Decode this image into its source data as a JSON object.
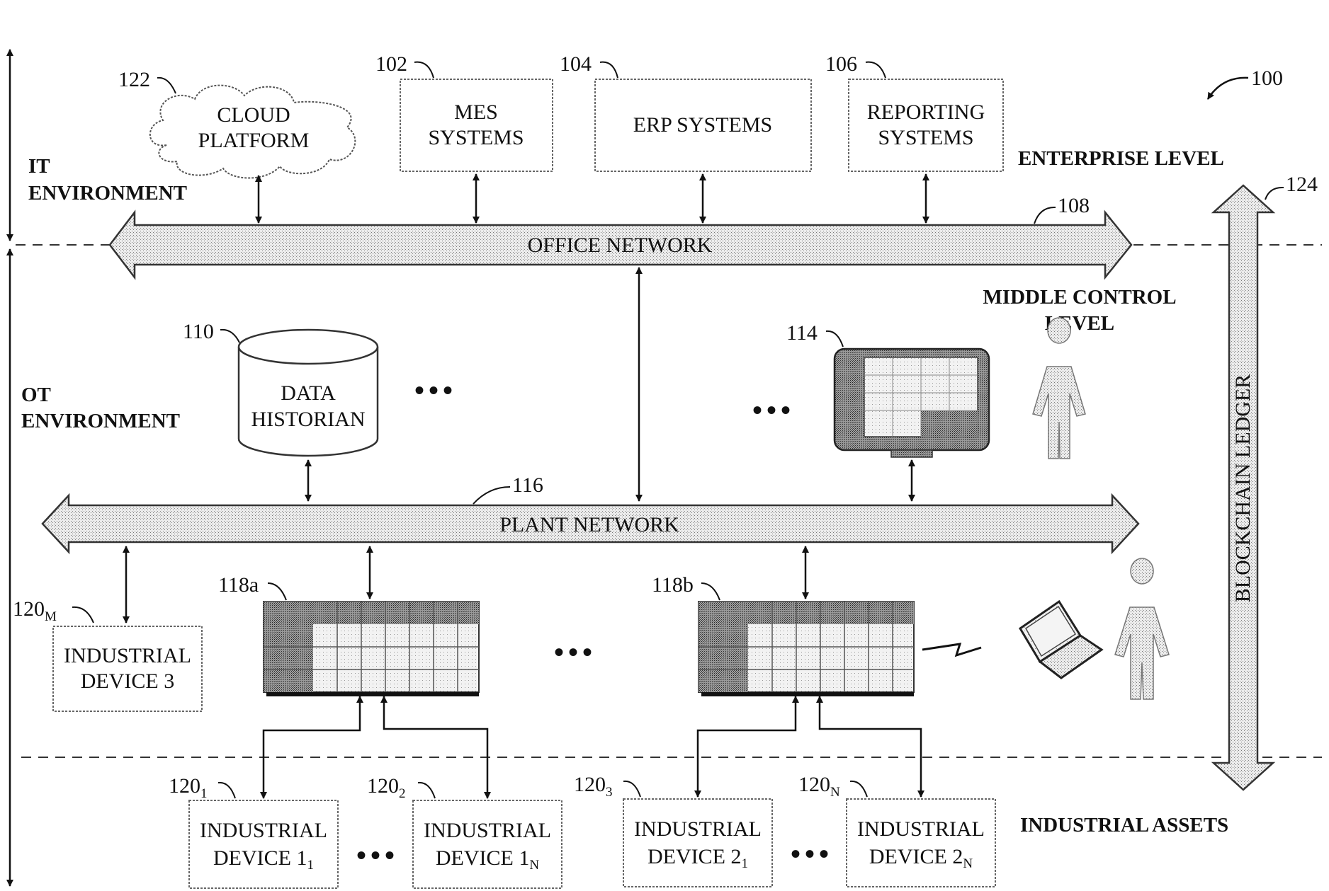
{
  "figure_ref": "100",
  "levels": {
    "it_environment": [
      "IT",
      "ENVIRONMENT"
    ],
    "ot_environment": [
      "OT",
      "ENVIRONMENT"
    ],
    "enterprise": "ENTERPRISE LEVEL",
    "middle_control": [
      "MIDDLE CONTROL",
      "LEVEL"
    ],
    "industrial_assets": "INDUSTRIAL ASSETS"
  },
  "enterprise_systems": {
    "cloud": {
      "ref": "122",
      "lines": [
        "CLOUD",
        "PLATFORM"
      ]
    },
    "mes": {
      "ref": "102",
      "lines": [
        "MES",
        "SYSTEMS"
      ]
    },
    "erp": {
      "ref": "104",
      "lines": [
        "ERP SYSTEMS"
      ]
    },
    "reporting": {
      "ref": "106",
      "lines": [
        "REPORTING",
        "SYSTEMS"
      ]
    }
  },
  "networks": {
    "office": {
      "ref": "108",
      "label": "OFFICE NETWORK"
    },
    "plant": {
      "ref": "116",
      "label": "PLANT NETWORK"
    }
  },
  "blockchain": {
    "ref": "124",
    "label": "BLOCKCHAIN LEDGER"
  },
  "data_historian": {
    "ref": "110",
    "lines": [
      "DATA",
      "HISTORIAN"
    ]
  },
  "hmi": {
    "ref": "114"
  },
  "controllers": [
    {
      "ref": "118a"
    },
    {
      "ref": "118b"
    }
  ],
  "devices": {
    "device_3": {
      "ref": "120",
      "sub": "M",
      "lines": [
        "INDUSTRIAL",
        "DEVICE 3"
      ]
    },
    "device_1_1": {
      "ref": "120",
      "sub": "1",
      "line1": "INDUSTRIAL",
      "line2": "DEVICE 1",
      "line2_sub": "1"
    },
    "device_1_n": {
      "ref": "120",
      "sub": "2",
      "line1": "INDUSTRIAL",
      "line2": "DEVICE 1",
      "line2_sub": "N"
    },
    "device_2_1": {
      "ref": "120",
      "sub": "3",
      "line1": "INDUSTRIAL",
      "line2": "DEVICE 2",
      "line2_sub": "1"
    },
    "device_2_n": {
      "ref": "120",
      "sub": "N",
      "line1": "INDUSTRIAL",
      "line2": "DEVICE 2",
      "line2_sub": "N"
    }
  },
  "ellipsis": "•••"
}
